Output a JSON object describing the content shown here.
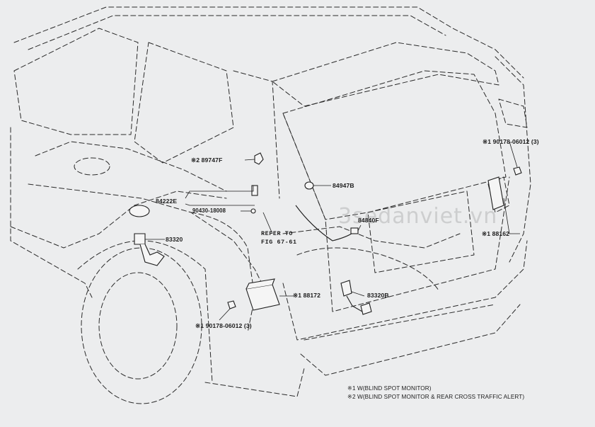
{
  "part_labels": {
    "p89747f": "※2 89747F",
    "p84947b": "84947B",
    "p84222e": "84222E",
    "p90430": "90430-18008",
    "p83320": "83320",
    "p84840f": "84840F",
    "p188162": "※1 88162",
    "p188172": "※1 88172",
    "p83320b": "83320B",
    "p9017806012_top": "※1 90178-06012 (3)",
    "p9017806012_bottom": "※1 90178-06012 (3)"
  },
  "reference": {
    "line1": "REFER TO",
    "line2": "FIG 67-61"
  },
  "watermark": "3sedanviet.vn",
  "legend": {
    "note1": "※1 W(BLIND SPOT MONITOR)",
    "note2": "※2 W(BLIND SPOT MONITOR & REAR CROSS TRAFFIC ALERT)"
  }
}
